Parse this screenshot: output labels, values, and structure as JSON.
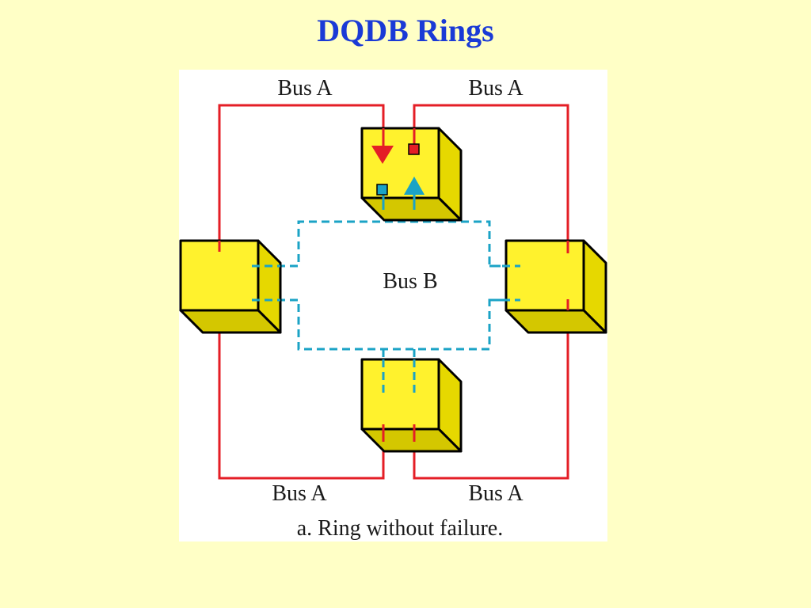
{
  "slide": {
    "title": "DQDB Rings"
  },
  "figure": {
    "bus_a_labels": [
      "Bus A",
      "Bus A",
      "Bus A",
      "Bus A"
    ],
    "bus_b_label": "Bus B",
    "caption": "a. Ring without failure."
  },
  "colors": {
    "background": "#ffffc6",
    "title": "#1a3ad6",
    "bus_a": "#e41e26",
    "bus_b": "#1ba3c6",
    "station_fill": "#fff22d",
    "station_outline": "#000000",
    "figure_panel": "#ffffff"
  }
}
